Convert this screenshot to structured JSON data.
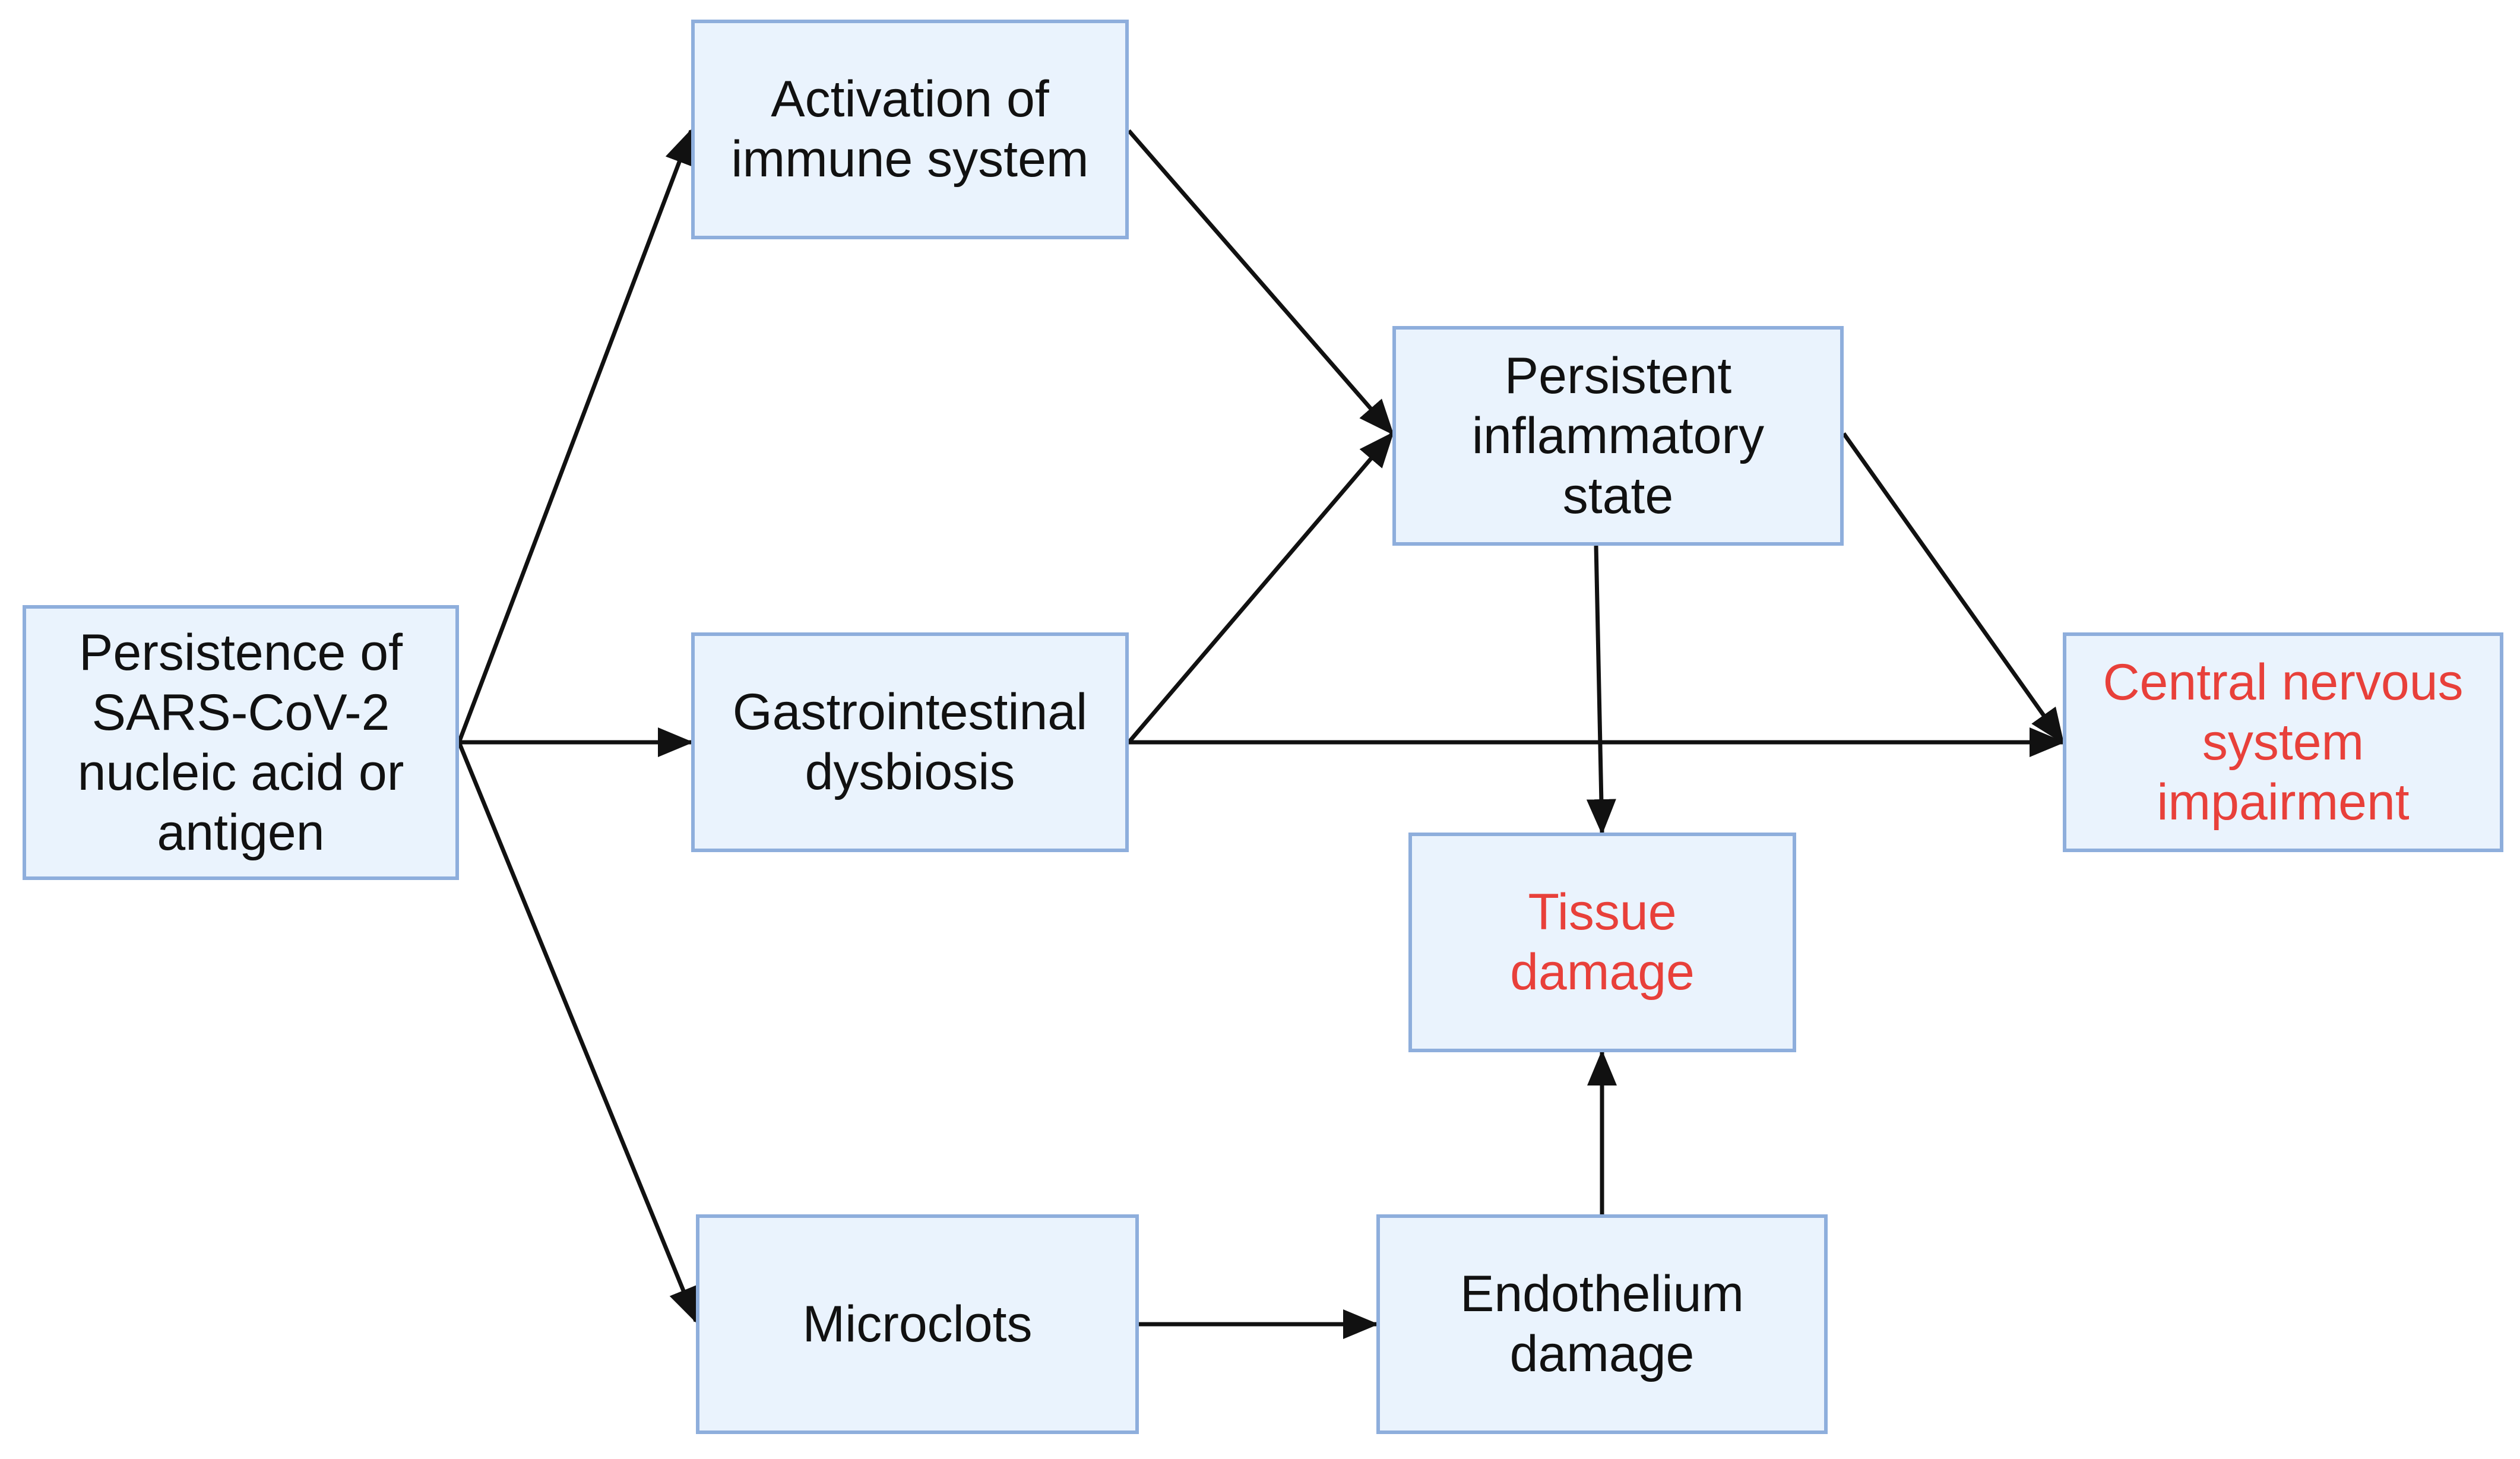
{
  "diagram": {
    "colors": {
      "node_fill": "#eaf3fd",
      "node_border": "#8eaedc",
      "text": "#111111",
      "outcome_text": "#e8403a",
      "arrow": "#111111"
    },
    "nodes": [
      {
        "id": "persistence",
        "lines": [
          "Persistence of",
          "SARS-CoV-2",
          "nucleic acid or",
          "antigen"
        ]
      },
      {
        "id": "immune",
        "lines": [
          "Activation of",
          "immune system"
        ]
      },
      {
        "id": "gi",
        "lines": [
          "Gastrointestinal",
          "dysbiosis"
        ]
      },
      {
        "id": "microclots",
        "lines": [
          "Microclots"
        ]
      },
      {
        "id": "inflam",
        "lines": [
          "Persistent",
          "inflammatory",
          "state"
        ]
      },
      {
        "id": "tissue",
        "lines": [
          "Tissue",
          "damage"
        ],
        "outcome": true
      },
      {
        "id": "endo",
        "lines": [
          "Endothelium",
          "damage"
        ]
      },
      {
        "id": "cns",
        "lines": [
          "Central nervous",
          "system",
          "impairment"
        ],
        "outcome": true
      }
    ],
    "edges": [
      {
        "from": "persistence",
        "to": "immune"
      },
      {
        "from": "persistence",
        "to": "gi"
      },
      {
        "from": "persistence",
        "to": "microclots"
      },
      {
        "from": "immune",
        "to": "inflam"
      },
      {
        "from": "gi",
        "to": "inflam"
      },
      {
        "from": "gi",
        "to": "cns"
      },
      {
        "from": "inflam",
        "to": "cns"
      },
      {
        "from": "inflam",
        "to": "tissue"
      },
      {
        "from": "microclots",
        "to": "endo"
      },
      {
        "from": "endo",
        "to": "tissue"
      }
    ]
  }
}
